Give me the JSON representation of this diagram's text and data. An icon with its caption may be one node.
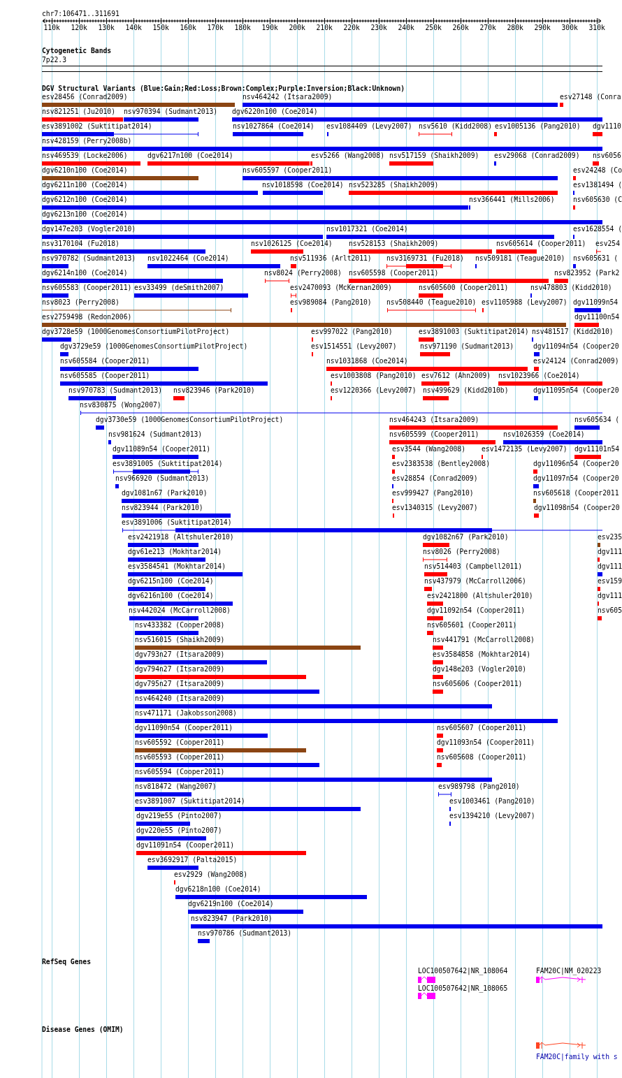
{
  "diagram": {
    "labels": [
      "chr7:106471..311691",
      "110k",
      "120k",
      "130k",
      "140k",
      "150k",
      "160k",
      "170k",
      "180k",
      "190k",
      "200k",
      "210k",
      "220k",
      "230k",
      "240k",
      "250k",
      "260k",
      "270k",
      "280k",
      "290k",
      "300k",
      "310k",
      "Cytogenetic Bands",
      "7p22.3",
      "DGV Structural Variants (Blue:Gain;Red:Loss;Brown:Complex;Purple:Inversion;Black:Unknown)",
      "esv28456 (Conrad2009)",
      "nsv464242 (Itsara2009)",
      "esv27148 (Conra",
      "nsv821251 (Ju2010)",
      "nsv970394 (Sudmant2013)",
      "dgv6220n100 (Coe2014)",
      "esv3891002 (Suktitipat2014)",
      "nsv1027864 (Coe2014)",
      "esv1084409 (Levy2007)",
      "nsv5610 (Kidd2008)",
      "esv1005136 (Pang2010)",
      "dgv1110",
      "nsv428159 (Perry2008b)",
      "nsv469539 (Locke2006)",
      "dgv6217n100 (Coe2014)",
      "esv5266 (Wang2008)",
      "nsv517159 (Shaikh2009)",
      "esv29068 (Conrad2009)",
      "nsv6056",
      "dgv6210n100 (Coe2014)",
      "nsv605597 (Cooper2011)",
      "esv24248 (Co",
      "dgv6211n100 (Coe2014)",
      "nsv1018598 (Coe2014)",
      "nsv523285 (Shaikh2009)",
      "esv1381494 (",
      "dgv6212n100 (Coe2014)",
      "nsv366441 (Mills2006)",
      "nsv605630 (C",
      "dgv6213n100 (Coe2014)",
      "dgv147e203 (Vogler2010)",
      "nsv1017321 (Coe2014)",
      "esv1628554 (",
      "nsv3170104 (Fu2018)",
      "nsv1026125 (Coe2014)",
      "nsv528153 (Shaikh2009)",
      "nsv605614 (Cooper2011)",
      "esv254",
      "nsv970782 (Sudmant2013)",
      "nsv1022464 (Coe2014)",
      "nsv511936 (Arlt2011)",
      "nsv3169731 (Fu2018)",
      "nsv509181 (Teague2010)",
      "nsv605631 (",
      "dgv6214n100 (Coe2014)",
      "nsv8024 (Perry2008)",
      "nsv605598 (Cooper2011)",
      "nsv823952 (Park2",
      "nsv605583 (Cooper2011)",
      "esv33499 (deSmith2007)",
      "esv2470093 (McKernan2009)",
      "nsv605600 (Cooper2011)",
      "nsv478803 (Kidd2010)",
      "nsv8023 (Perry2008)",
      "esv989084 (Pang2010)",
      "nsv508440 (Teague2010)",
      "esv1105988 (Levy2007)",
      "dgv11099n54",
      "esv2759498 (Redon2006)",
      "dgv11100n54",
      "dgv3728e59 (1000GenomesConsortiumPilotProject)",
      "esv997022 (Pang2010)",
      "esv3891003 (Suktitipat2014)",
      "nsv481517 (Kidd2010)",
      "dgv3729e59 (1000GenomesConsortiumPilotProject)",
      "esv1514551 (Levy2007)",
      "nsv971190 (Sudmant2013)",
      "dgv11094n54 (Cooper20",
      "nsv605584 (Cooper2011)",
      "nsv1031868 (Coe2014)",
      "esv24124 (Conrad2009)",
      "nsv605585 (Cooper2011)",
      "esv1003808 (Pang2010)",
      "esv7612 (Ahn2009)",
      "nsv1023966 (Coe2014)",
      "nsv970783 (Sudmant2013)",
      "nsv823946 (Park2010)",
      "esv1220366 (Levy2007)",
      "nsv499629 (Kidd2010b)",
      "dgv11095n54 (Cooper20",
      "nsv830875 (Wong2007)",
      "dgv3730e59 (1000GenomesConsortiumPilotProject)",
      "nsv464243 (Itsara2009)",
      "nsv605634 (",
      "nsv981624 (Sudmant2013)",
      "nsv605599 (Cooper2011)",
      "nsv1026359 (Coe2014)",
      "dgv11089n54 (Cooper2011)",
      "esv3544 (Wang2008)",
      "esv1472135 (Levy2007)",
      "dgv11101n54",
      "esv3891005 (Suktitipat2014)",
      "esv2383538 (Bentley2008)",
      "dgv11096n54 (Cooper20",
      "nsv966920 (Sudmant2013)",
      "esv28854 (Conrad2009)",
      "dgv11097n54 (Cooper20",
      "dgv1081n67 (Park2010)",
      "esv999427 (Pang2010)",
      "nsv605618 (Cooper2011",
      "nsv823944 (Park2010)",
      "esv1340315 (Levy2007)",
      "dgv11098n54 (Cooper20",
      "esv3891006 (Suktitipat2014)",
      "esv2421918 (Altshuler2010)",
      "dgv1082n67 (Park2010)",
      "esv235",
      "dgv61e213 (Mokhtar2014)",
      "nsv8026 (Perry2008)",
      "dgv111",
      "esv3584541 (Mokhtar2014)",
      "nsv514403 (Campbell2011)",
      "dgv111",
      "dgv6215n100 (Coe2014)",
      "nsv437979 (McCarroll2006)",
      "esv159",
      "dgv6216n100 (Coe2014)",
      "esv2421800 (Altshuler2010)",
      "dgv111",
      "nsv442024 (McCarroll2008)",
      "dgv11092n54 (Cooper2011)",
      "nsv605",
      "nsv433382 (Cooper2008)",
      "nsv605601 (Cooper2011)",
      "nsv516015 (Shaikh2009)",
      "nsv441791 (McCarroll2008)",
      "dgv793n27 (Itsara2009)",
      "esv3584858 (Mokhtar2014)",
      "dgv794n27 (Itsara2009)",
      "dgv148e203 (Vogler2010)",
      "dgv795n27 (Itsara2009)",
      "nsv605606 (Cooper2011)",
      "nsv464240 (Itsara2009)",
      "nsv471171 (Jakobsson2008)",
      "dgv11090n54 (Cooper2011)",
      "nsv605607 (Cooper2011)",
      "nsv605592 (Cooper2011)",
      "dgv11093n54 (Cooper2011)",
      "nsv605593 (Cooper2011)",
      "nsv605608 (Cooper2011)",
      "nsv605594 (Cooper2011)",
      "nsv818472 (Wang2007)",
      "esv989798 (Pang2010)",
      "esv3891007 (Suktitipat2014)",
      "esv1003461 (Pang2010)",
      "dgv219e55 (Pinto2007)",
      "esv1394210 (Levy2007)",
      "dgv220e55 (Pinto2007)",
      "dgv11091n54 (Cooper2011)",
      "esv3692917 (Palta2015)",
      "esv2929 (Wang2008)",
      "dgv6218n100 (Coe2014)",
      "dgv6219n100 (Coe2014)",
      "nsv823947 (Park2010)",
      "nsv970786 (Sudmant2013)",
      "RefSeq Genes",
      "LOC100507642|NR_108064",
      "FAM20C|NM_020223",
      "LOC100507642|NR_108065",
      "Disease Genes (OMIM)",
      "FAM20C|family with s"
    ]
  }
}
